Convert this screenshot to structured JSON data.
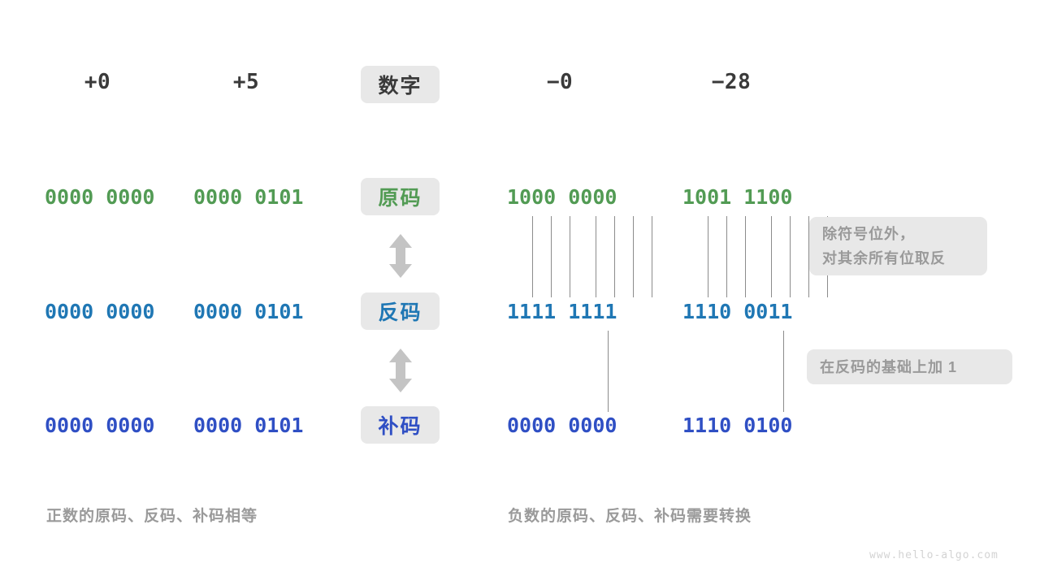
{
  "watermark": "www.hello-algo.com",
  "header": {
    "center_chip": "数字",
    "columns": [
      {
        "label": "+0",
        "side": "left"
      },
      {
        "label": "+5",
        "side": "left"
      },
      {
        "label": "−0",
        "side": "right"
      },
      {
        "label": "−28",
        "side": "right"
      }
    ]
  },
  "rows": [
    {
      "chip": "原码",
      "chip_color": "#529b54",
      "values": [
        "0000 0000",
        "0000 0101",
        "1000 0000",
        "1001 1100"
      ]
    },
    {
      "chip": "反码",
      "chip_color": "#1f77b4",
      "values": [
        "0000 0000",
        "0000 0101",
        "1111 1111",
        "1110 0011"
      ]
    },
    {
      "chip": "补码",
      "chip_color": "#2f4fc4",
      "values": [
        "0000 0000",
        "0000 0101",
        "0000 0000",
        "1110 0100"
      ]
    }
  ],
  "arrows": [
    {
      "name": "arrow-yuan-fan",
      "direction": "up-down"
    },
    {
      "name": "arrow-fan-bu",
      "direction": "up-down"
    }
  ],
  "callouts": [
    {
      "lines": [
        "除符号位外，",
        "对其余所有位取反"
      ]
    },
    {
      "lines": [
        "在反码的基础上加 1"
      ]
    }
  ],
  "captions": {
    "left": "正数的原码、反码、补码相等",
    "right": "负数的原码、反码、补码需要转换"
  },
  "colors": {
    "chip_bg": "#e8e8e8",
    "green": "#529b54",
    "blue_light": "#1f77b4",
    "blue_dark": "#2f4fc4",
    "grey_text": "#9a9a9a",
    "line": "#8c8c8c",
    "arrow": "#c4c4c4"
  }
}
